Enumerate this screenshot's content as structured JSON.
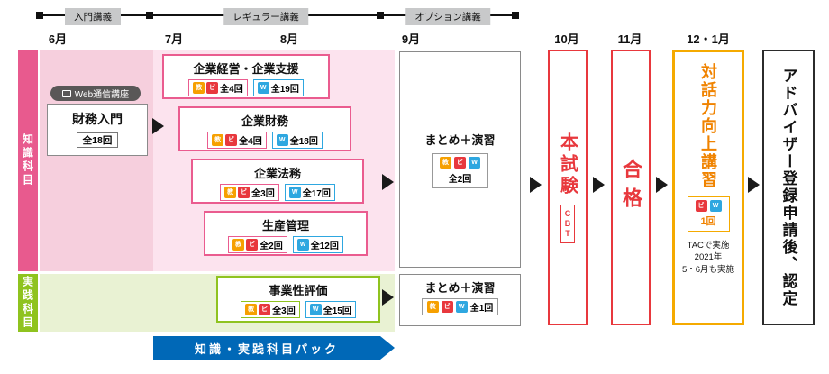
{
  "timeline": {
    "phases": [
      "入門講義",
      "レギュラー講義",
      "オプション講義"
    ],
    "months": [
      "6月",
      "7月",
      "8月",
      "9月",
      "10月",
      "11月",
      "12・1月"
    ]
  },
  "row_labels": {
    "knowledge": "知識科目",
    "practice": "実践科目"
  },
  "icons": {
    "classroom": "教",
    "video": "ビ",
    "web": "W"
  },
  "intro_course": {
    "badge": "Web通信講座",
    "title": "財務入門",
    "count": "全18回"
  },
  "knowledge_courses": [
    {
      "title": "企業経営・企業支援",
      "count1": "全4回",
      "count2": "全19回"
    },
    {
      "title": "企業財務",
      "count1": "全4回",
      "count2": "全18回"
    },
    {
      "title": "企業法務",
      "count1": "全3回",
      "count2": "全17回"
    },
    {
      "title": "生産管理",
      "count1": "全2回",
      "count2": "全12回"
    }
  ],
  "knowledge_summary": {
    "title": "まとめ＋演習",
    "count": "全2回"
  },
  "practice_course": {
    "title": "事業性評価",
    "count1": "全3回",
    "count2": "全15回"
  },
  "practice_summary": {
    "title": "まとめ＋演習",
    "count": "全1回"
  },
  "pack_banner": "知識・実践科目パック",
  "exam": {
    "title": "本試験",
    "method": "CBT"
  },
  "pass": {
    "title": "合格"
  },
  "training": {
    "title": "対話力向上講習",
    "count": "1回",
    "notes": [
      "TACで実施",
      "2021年",
      "5・6月も実施"
    ]
  },
  "certification": {
    "title": "アドバイザー登録申請後、認定"
  },
  "colors": {
    "knowledge_pink": "#e85a8e",
    "knowledge_bg": "#fce3ee",
    "practice_green": "#8fc31f",
    "practice_bg": "#e9f2d3",
    "pack_blue": "#0068b7",
    "exam_red": "#e8383d",
    "training_orange": "#f5aa00",
    "icon_classroom": "#f6a000",
    "icon_video": "#e8383d",
    "icon_web": "#2ea7e0"
  }
}
